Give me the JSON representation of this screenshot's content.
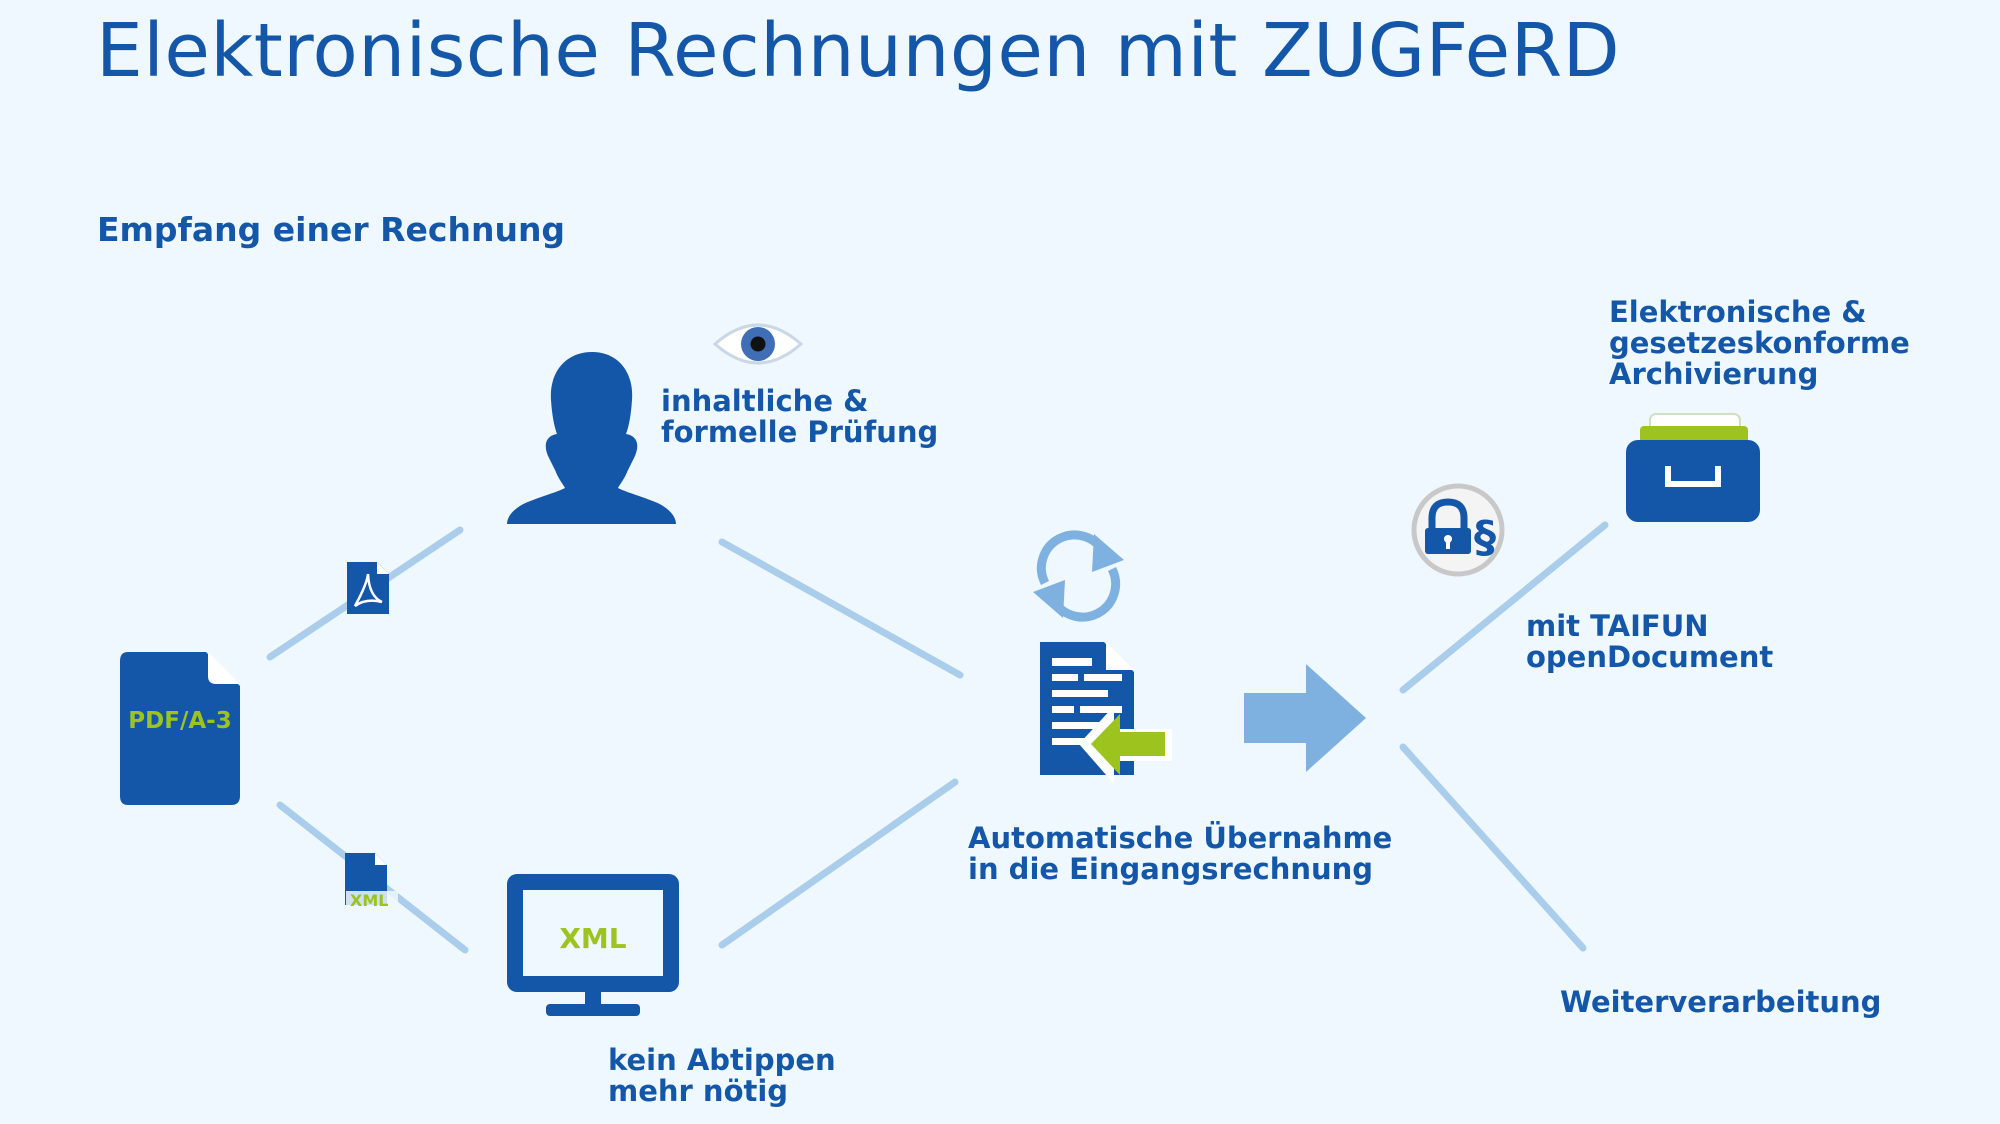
{
  "title": "Elektronische Rechnungen mit ZUGFeRD",
  "subtitle": "Empfang einer Rechnung",
  "labels": {
    "pruefung_line1": "inhaltliche &",
    "pruefung_line2": "formelle Prüfung",
    "abtippen_line1": "kein Abtippen",
    "abtippen_line2": "mehr nötig",
    "uebernahme_line1": "Automatische Übernahme",
    "uebernahme_line2": "in die Eingangsrechnung",
    "archiv_line1": "Elektronische &",
    "archiv_line2": "gesetzeskonforme",
    "archiv_line3": "Archivierung",
    "taifun_line1": "mit TAIFUN",
    "taifun_line2": "openDocument",
    "weiter": "Weiterverarbeitung"
  },
  "icon_text": {
    "pdf": "PDF/A-3",
    "xml_monitor": "XML",
    "xml_file": "XML",
    "lock_paragraph": "§"
  },
  "colors": {
    "primary": "#1457a8",
    "accent": "#9cc31e",
    "line": "#a9cdeb",
    "arrow": "#7fb1e0",
    "background": "#eef8fe"
  }
}
